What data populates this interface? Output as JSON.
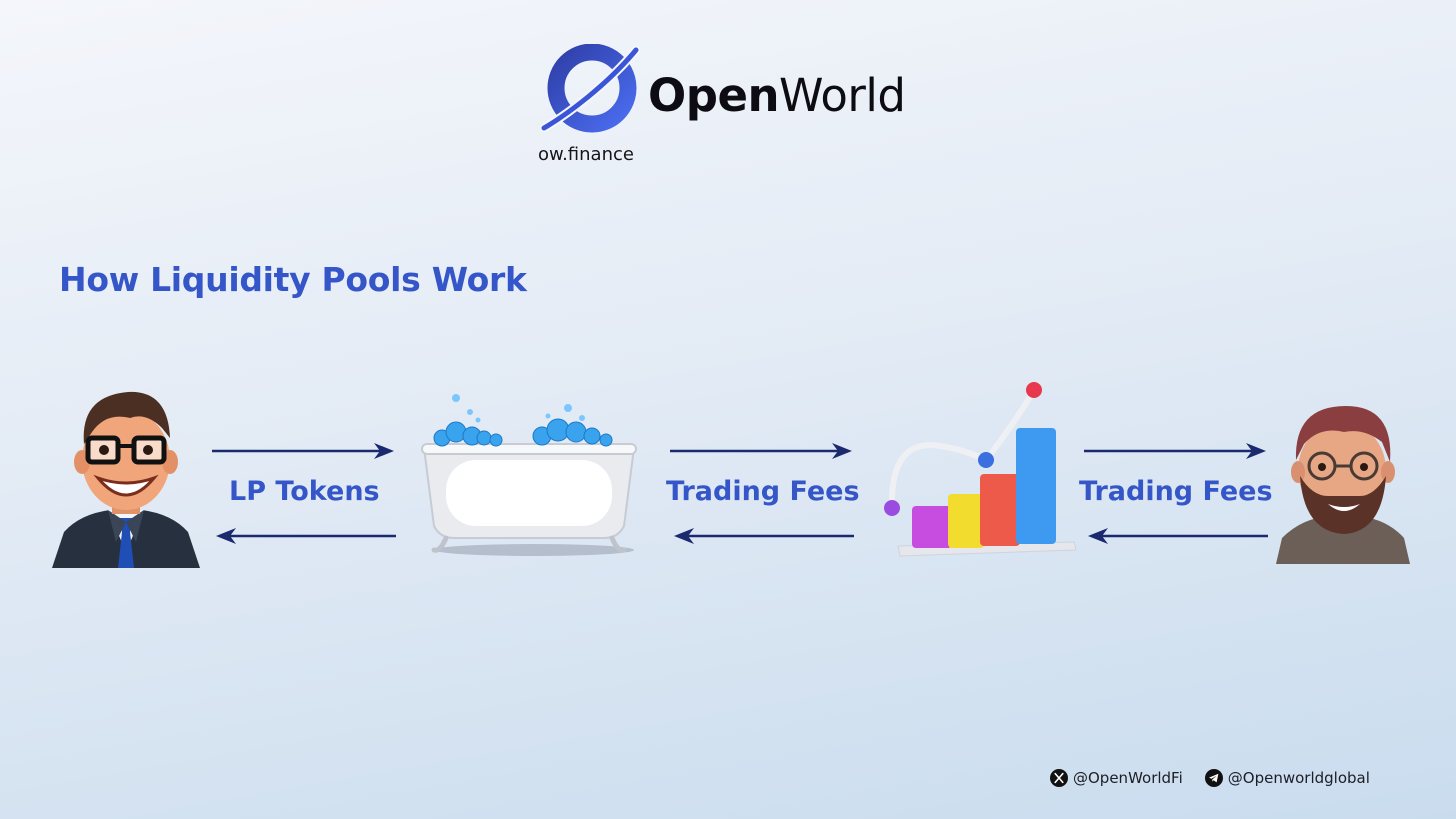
{
  "header": {
    "brand_bold": "Open",
    "brand_regular": "World",
    "domain": "ow.finance"
  },
  "title": "How Liquidity Pools Work",
  "flow": {
    "label_1": "LP Tokens",
    "label_2": "Trading Fees",
    "label_3": "Trading Fees"
  },
  "colors": {
    "accent": "#3556c8",
    "arrow": "#1b2a6e",
    "text_dark": "#0c0c12"
  },
  "icons": [
    "openworld-logo",
    "x-icon",
    "telegram-icon"
  ],
  "footer": {
    "x_handle": "@OpenWorldFi",
    "telegram_handle": "@Openworldglobal"
  }
}
